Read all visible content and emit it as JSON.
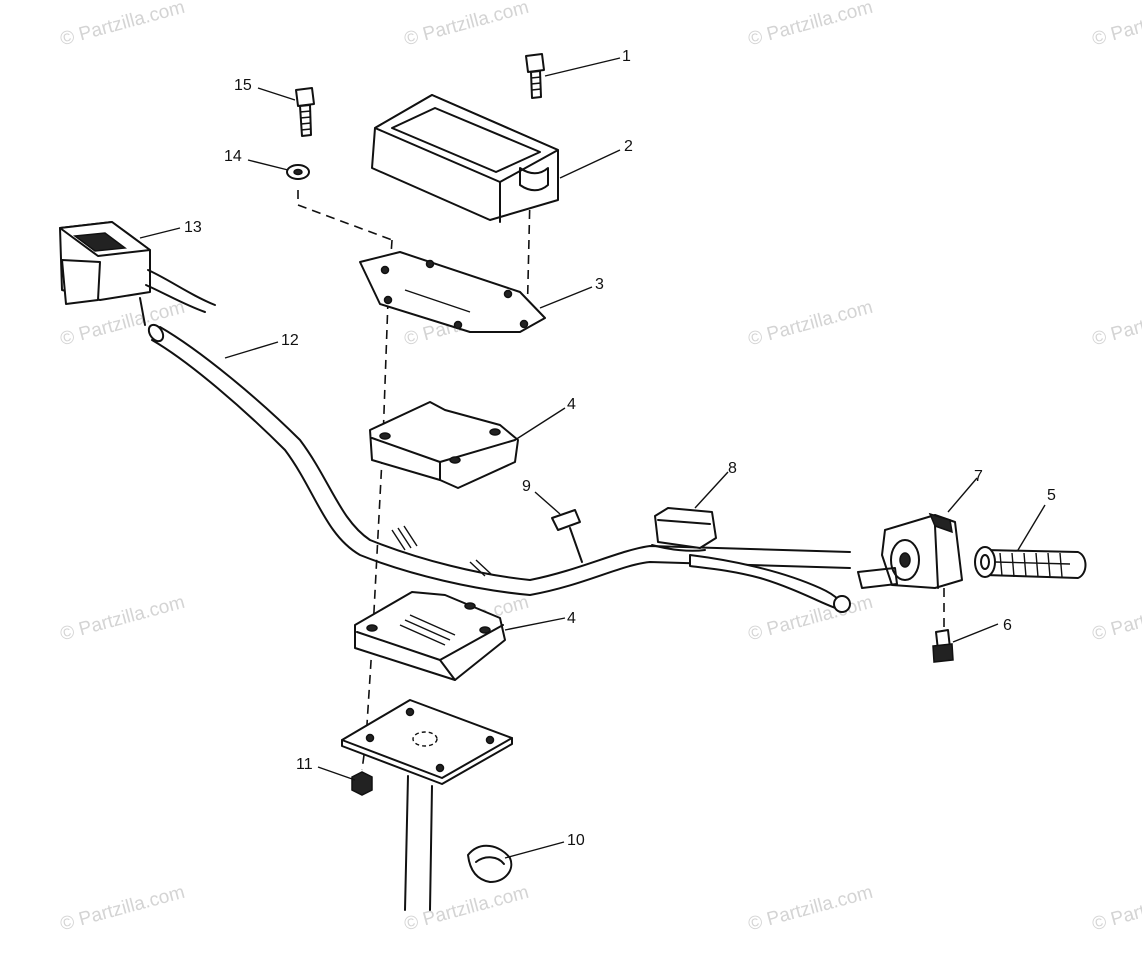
{
  "watermark": {
    "text": "© Partzilla.com"
  },
  "callouts": [
    {
      "id": "1",
      "label": "1"
    },
    {
      "id": "2",
      "label": "2"
    },
    {
      "id": "3",
      "label": "3"
    },
    {
      "id": "4a",
      "label": "4"
    },
    {
      "id": "4b",
      "label": "4"
    },
    {
      "id": "5",
      "label": "5"
    },
    {
      "id": "6",
      "label": "6"
    },
    {
      "id": "7",
      "label": "7"
    },
    {
      "id": "8",
      "label": "8"
    },
    {
      "id": "9",
      "label": "9"
    },
    {
      "id": "10",
      "label": "10"
    },
    {
      "id": "11",
      "label": "11"
    },
    {
      "id": "12",
      "label": "12"
    },
    {
      "id": "13",
      "label": "13"
    },
    {
      "id": "14",
      "label": "14"
    },
    {
      "id": "15",
      "label": "15"
    }
  ]
}
